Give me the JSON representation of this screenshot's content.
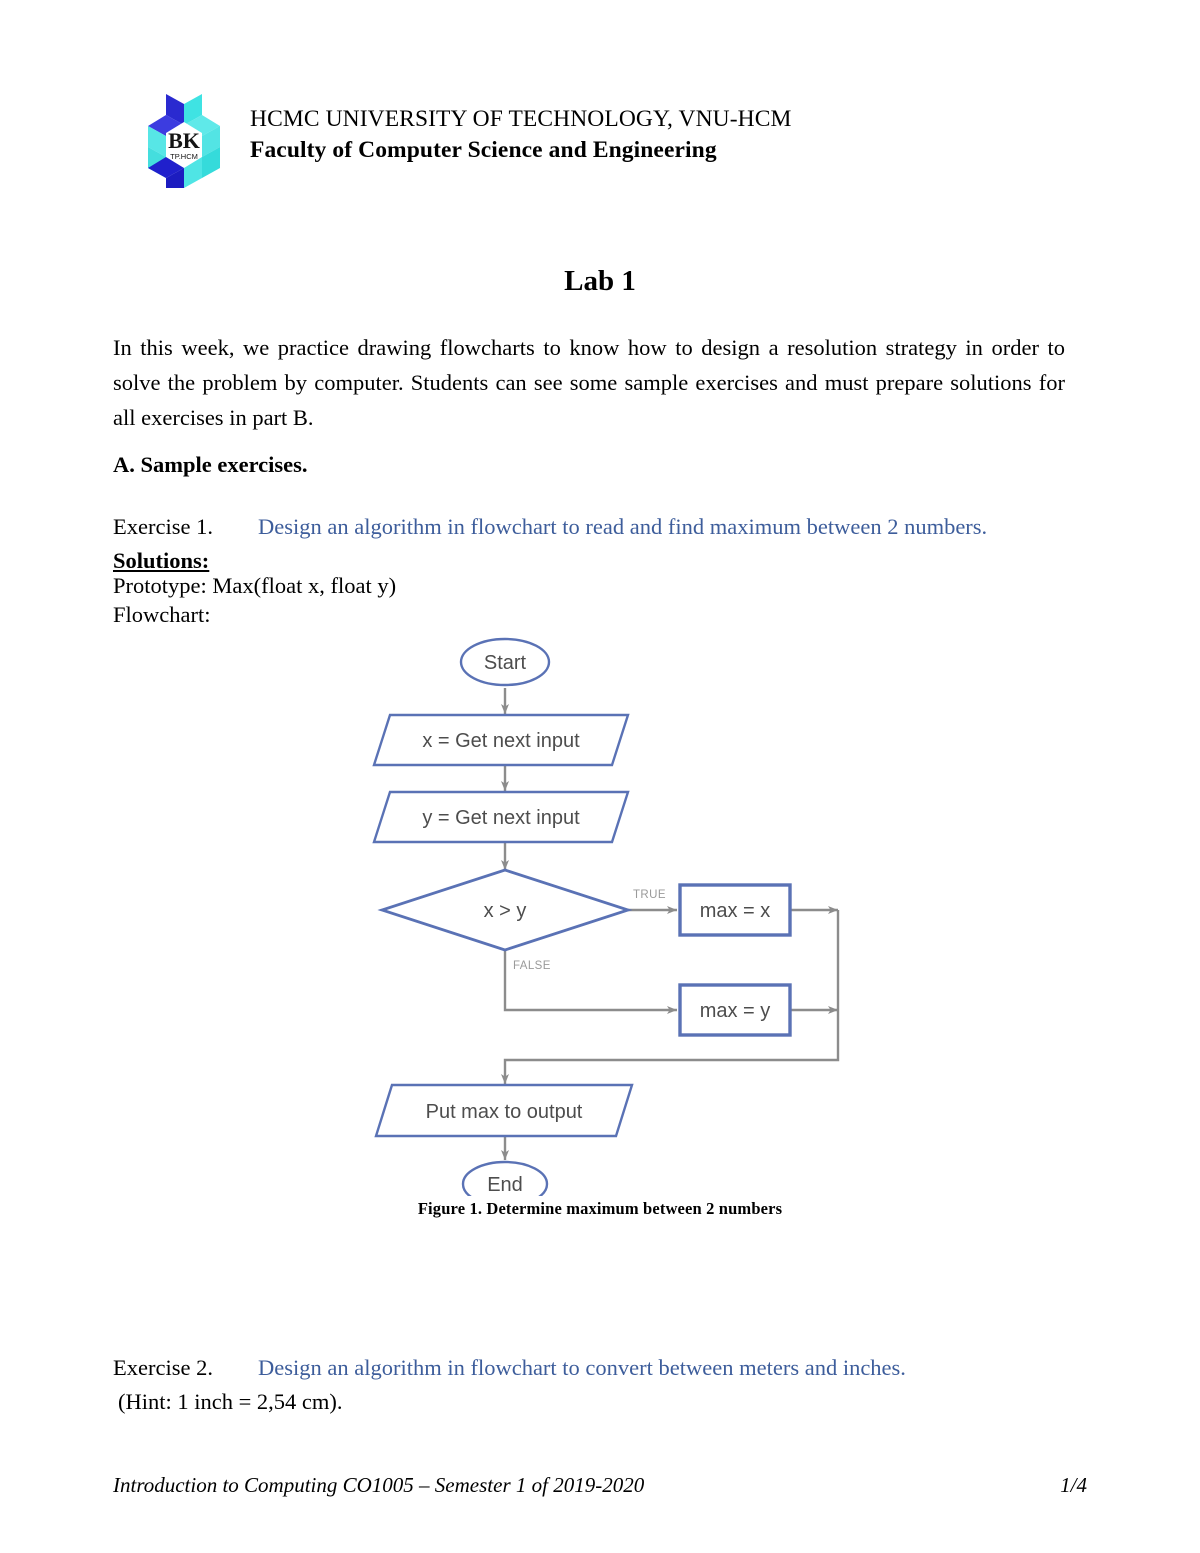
{
  "letterhead": {
    "logo_name": "bk-hcmut-logo",
    "logo_text_main": "BK",
    "logo_text_sub": "TP.HCM",
    "university": "HCMC UNIVERSITY OF TECHNOLOGY, VNU-HCM",
    "faculty": "Faculty of Computer Science and Engineering"
  },
  "title": "Lab 1",
  "intro": "In this week, we practice drawing flowcharts to know how to design a resolution strategy in order to solve the problem by computer. Students can see some sample exercises and must prepare solutions for all exercises in part B.",
  "section_a": "A. Sample exercises.",
  "exercise1": {
    "label": "Exercise 1.",
    "description": "Design an algorithm in flowchart to read and find maximum between 2 numbers.",
    "solutions_heading": "Solutions:",
    "prototype": "Prototype: Max(float x, float y)",
    "flowchart_label": "Flowchart:"
  },
  "exercise2": {
    "label": "Exercise 2.",
    "description": "Design an algorithm in flowchart to convert between meters and inches.",
    "hint": "(Hint: 1 inch = 2,54 cm)."
  },
  "figure": {
    "caption": "Figure 1. Determine maximum between 2 numbers"
  },
  "flowchart": {
    "nodes": {
      "start": "Start",
      "input_x": "x = Get next input",
      "input_y": "y = Get next input",
      "decision": "x > y",
      "assign_x": "max = x",
      "assign_y": "max = y",
      "output": "Put max to output",
      "end": "End"
    },
    "edge_labels": {
      "true": "TRUE",
      "false": "FALSE"
    },
    "colors": {
      "shape_stroke": "#5a72b5",
      "arrow_stroke": "#8c8c8c",
      "node_text": "#4d4d4d",
      "edge_label_text": "#9a9a9a"
    }
  },
  "footer": {
    "course": "Introduction to Computing CO1005 – Semester 1 of 2019-2020",
    "page": "1/4"
  },
  "colors": {
    "link_blue": "#3d5d9b",
    "text_black": "#000000",
    "logo_dark_blue": "#2323c8",
    "logo_mid_blue": "#3a3ad0",
    "logo_cyan": "#46e6e6",
    "logo_light_cyan": "#7ff0ee"
  }
}
